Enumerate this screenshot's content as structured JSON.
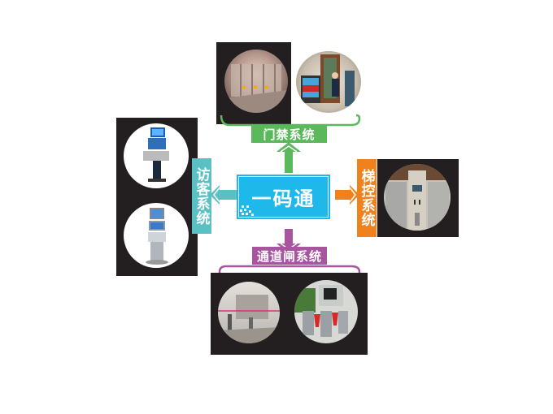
{
  "diagram": {
    "center": {
      "label": "一码通",
      "color": "#1fb8ea"
    },
    "systems": [
      {
        "id": "access",
        "label": "门禁系统",
        "position": "top",
        "color": "#5cb85c",
        "photos": [
          "glass-door-corridor-icon",
          "access-gate-with-person-icon"
        ]
      },
      {
        "id": "visitor",
        "label": "访客系统",
        "position": "left",
        "color": "#5bc0c4",
        "photos": [
          "visitor-kiosk-icon",
          "visitor-terminal-icon"
        ]
      },
      {
        "id": "elevator",
        "label": "梯控系统",
        "position": "right",
        "color": "#f0821e",
        "photos": [
          "elevator-lobby-icon"
        ]
      },
      {
        "id": "turnstile",
        "label": "通道闸系统",
        "position": "bottom",
        "color": "#a855a0",
        "photos": [
          "indoor-turnstile-icon",
          "outdoor-flap-barrier-icon"
        ]
      }
    ]
  }
}
